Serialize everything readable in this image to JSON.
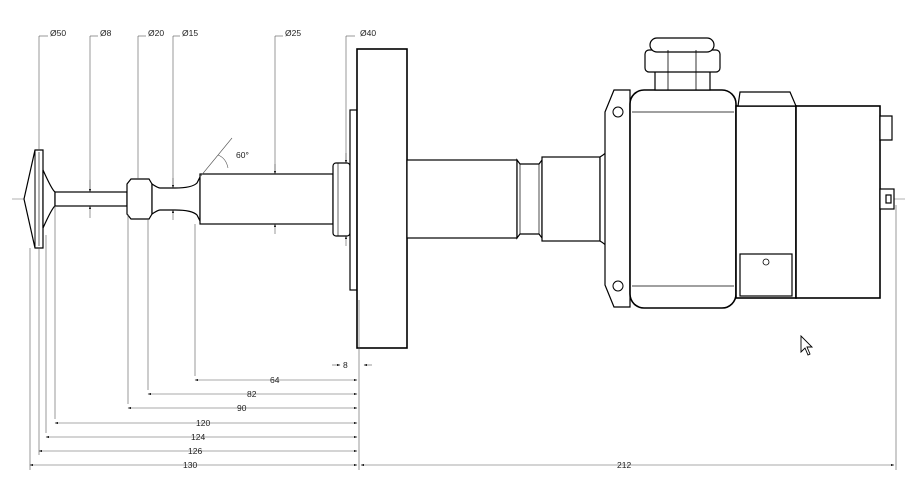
{
  "diameters": {
    "d50": "Ø50",
    "d8": "Ø8",
    "d20": "Ø20",
    "d15": "Ø15",
    "d25": "Ø25",
    "d40": "Ø40"
  },
  "angle": "60°",
  "lengths": {
    "l8": "8",
    "l64": "64",
    "l82": "82",
    "l90": "90",
    "l120": "120",
    "l124": "124",
    "l126": "126",
    "l130": "130",
    "l212": "212"
  },
  "icons": {
    "cursor": "mouse-pointer-icon"
  }
}
